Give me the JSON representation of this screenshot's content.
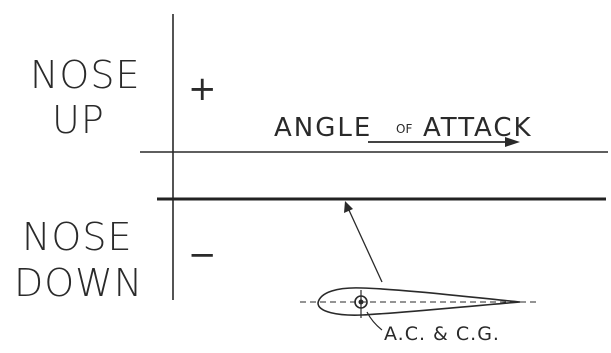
{
  "diagram": {
    "upper_label_line1": "NOSE",
    "upper_label_line2": "UP",
    "lower_label_line1": "NOSE",
    "lower_label_line2": "DOWN",
    "plus_sign": "+",
    "minus_sign": "−",
    "x_axis_label_start": "ANGLE",
    "x_axis_label_of": "OF",
    "x_axis_label_end": "ATTACK",
    "airfoil_annotation": "A.C. & C.G.",
    "colors": {
      "ink": "#2a2a2a",
      "background": "#ffffff"
    }
  }
}
